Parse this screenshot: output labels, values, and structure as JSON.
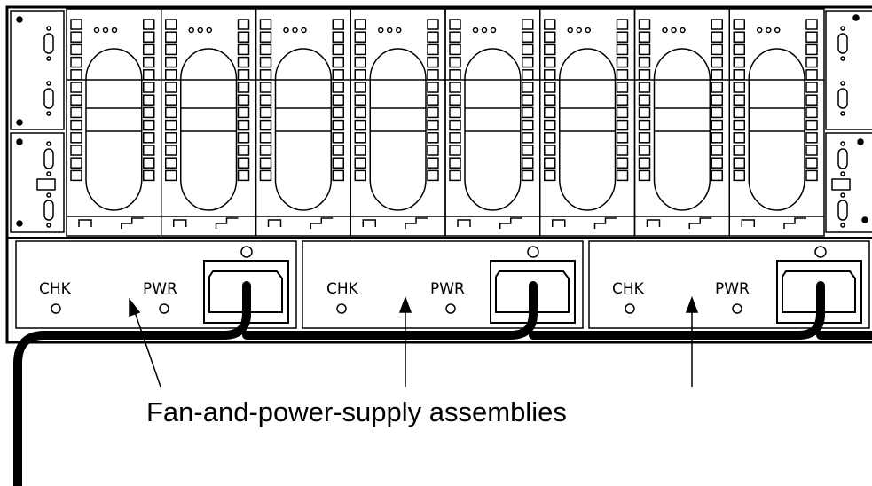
{
  "caption": "Fan-and-power-supply assemblies",
  "assemblies": [
    {
      "chk_label": "CHK",
      "pwr_label": "PWR"
    },
    {
      "chk_label": "CHK",
      "pwr_label": "PWR"
    },
    {
      "chk_label": "CHK",
      "pwr_label": "PWR"
    }
  ],
  "drive_bay_count": 8,
  "colors": {
    "line": "#000000",
    "background": "#ffffff"
  }
}
